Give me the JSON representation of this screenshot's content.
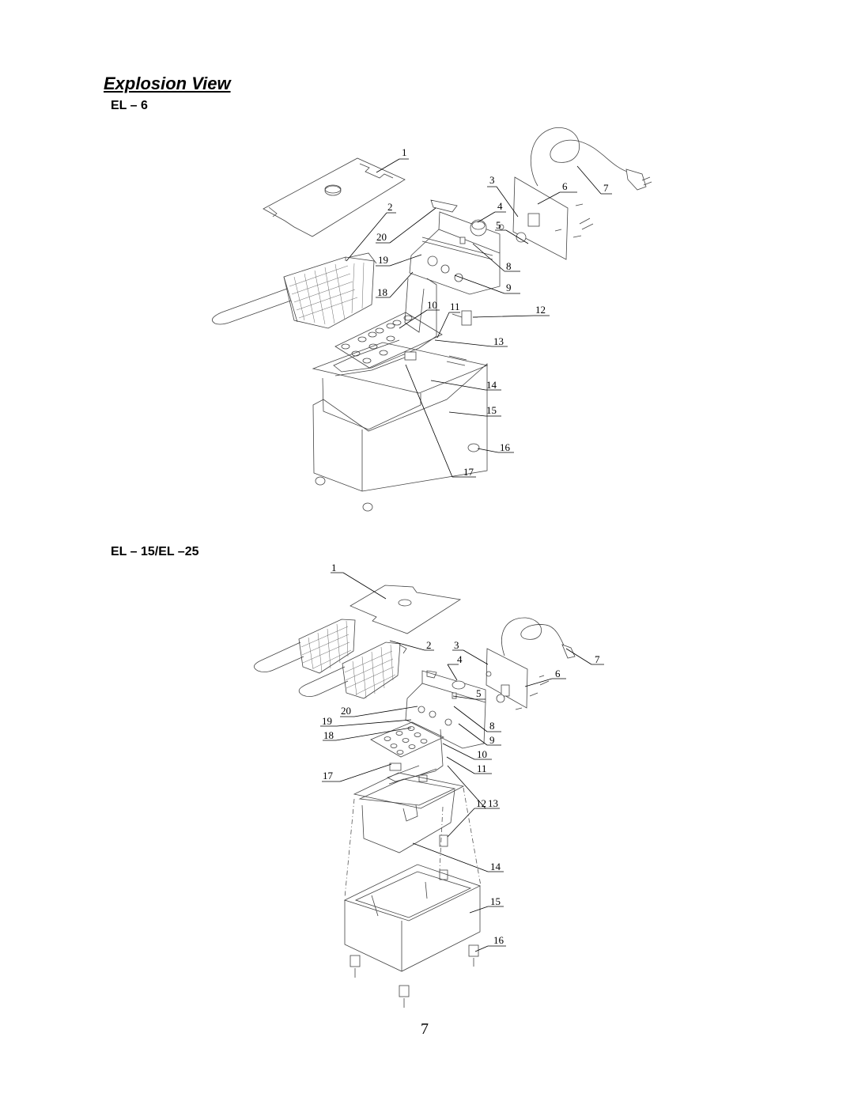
{
  "heading": "Explosion View",
  "sections": [
    {
      "model": "EL – 6",
      "callouts": [
        "1",
        "2",
        "3",
        "4",
        "5",
        "6",
        "7",
        "8",
        "9",
        "10",
        "11",
        "12",
        "13",
        "14",
        "15",
        "16",
        "17",
        "18",
        "19",
        "20"
      ]
    },
    {
      "model": "EL – 15/EL –25",
      "callouts": [
        "1",
        "2",
        "3",
        "4",
        "5",
        "6",
        "7",
        "8",
        "9",
        "10",
        "11",
        "12",
        "13",
        "14",
        "15",
        "16",
        "17",
        "18",
        "19",
        "20"
      ]
    }
  ],
  "page_number": "7"
}
